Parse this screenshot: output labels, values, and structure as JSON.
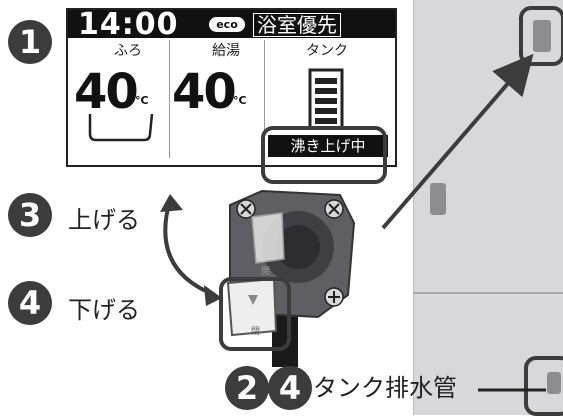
{
  "display": {
    "time": "14:00",
    "eco_badge": "eco",
    "mode": "浴室優先",
    "columns": [
      {
        "label": "ふろ",
        "temp": "40",
        "unit": "°C"
      },
      {
        "label": "給湯",
        "temp": "40",
        "unit": "°C"
      },
      {
        "label": "タンク"
      }
    ],
    "status": "沸き上げ中"
  },
  "steps": [
    {
      "num": "1"
    },
    {
      "num": "3",
      "label": "上げる"
    },
    {
      "num": "4",
      "label": "下げる"
    }
  ],
  "bottom": {
    "nums": [
      "2",
      "4"
    ],
    "label": "タンク排水管"
  },
  "valve_tag_text": "閉",
  "colors": {
    "badge": "#3c3c3c",
    "appliance": "#d8d8da",
    "handle": "#8d8d8f"
  }
}
